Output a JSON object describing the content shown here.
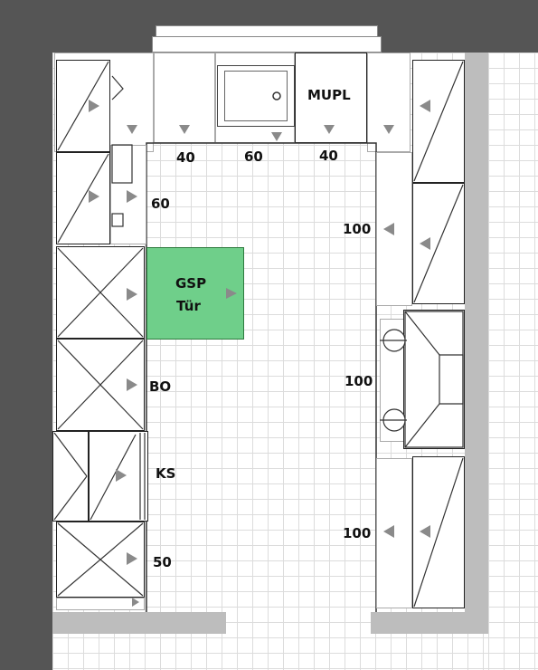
{
  "colors": {
    "wall": "#555555",
    "wall_light": "#bdbdbd",
    "highlight": "#6fcf8a",
    "highlight_border": "#2d7a3e",
    "arrow": "#8a8a8a",
    "line": "#222222"
  },
  "labels": {
    "mupl": "MUPL",
    "top_w1": "40",
    "top_w2": "60",
    "top_w3": "40",
    "left_60": "60",
    "gsp_line1": "GSP",
    "gsp_line2": "Tür",
    "bo": "BO",
    "ks": "KS",
    "left_50": "50",
    "right_100_a": "100",
    "right_100_b": "100",
    "right_100_c": "100"
  },
  "icons": {
    "arrow": "triangle-arrow-icon",
    "sink": "sink-icon",
    "hob": "hob-icon"
  }
}
